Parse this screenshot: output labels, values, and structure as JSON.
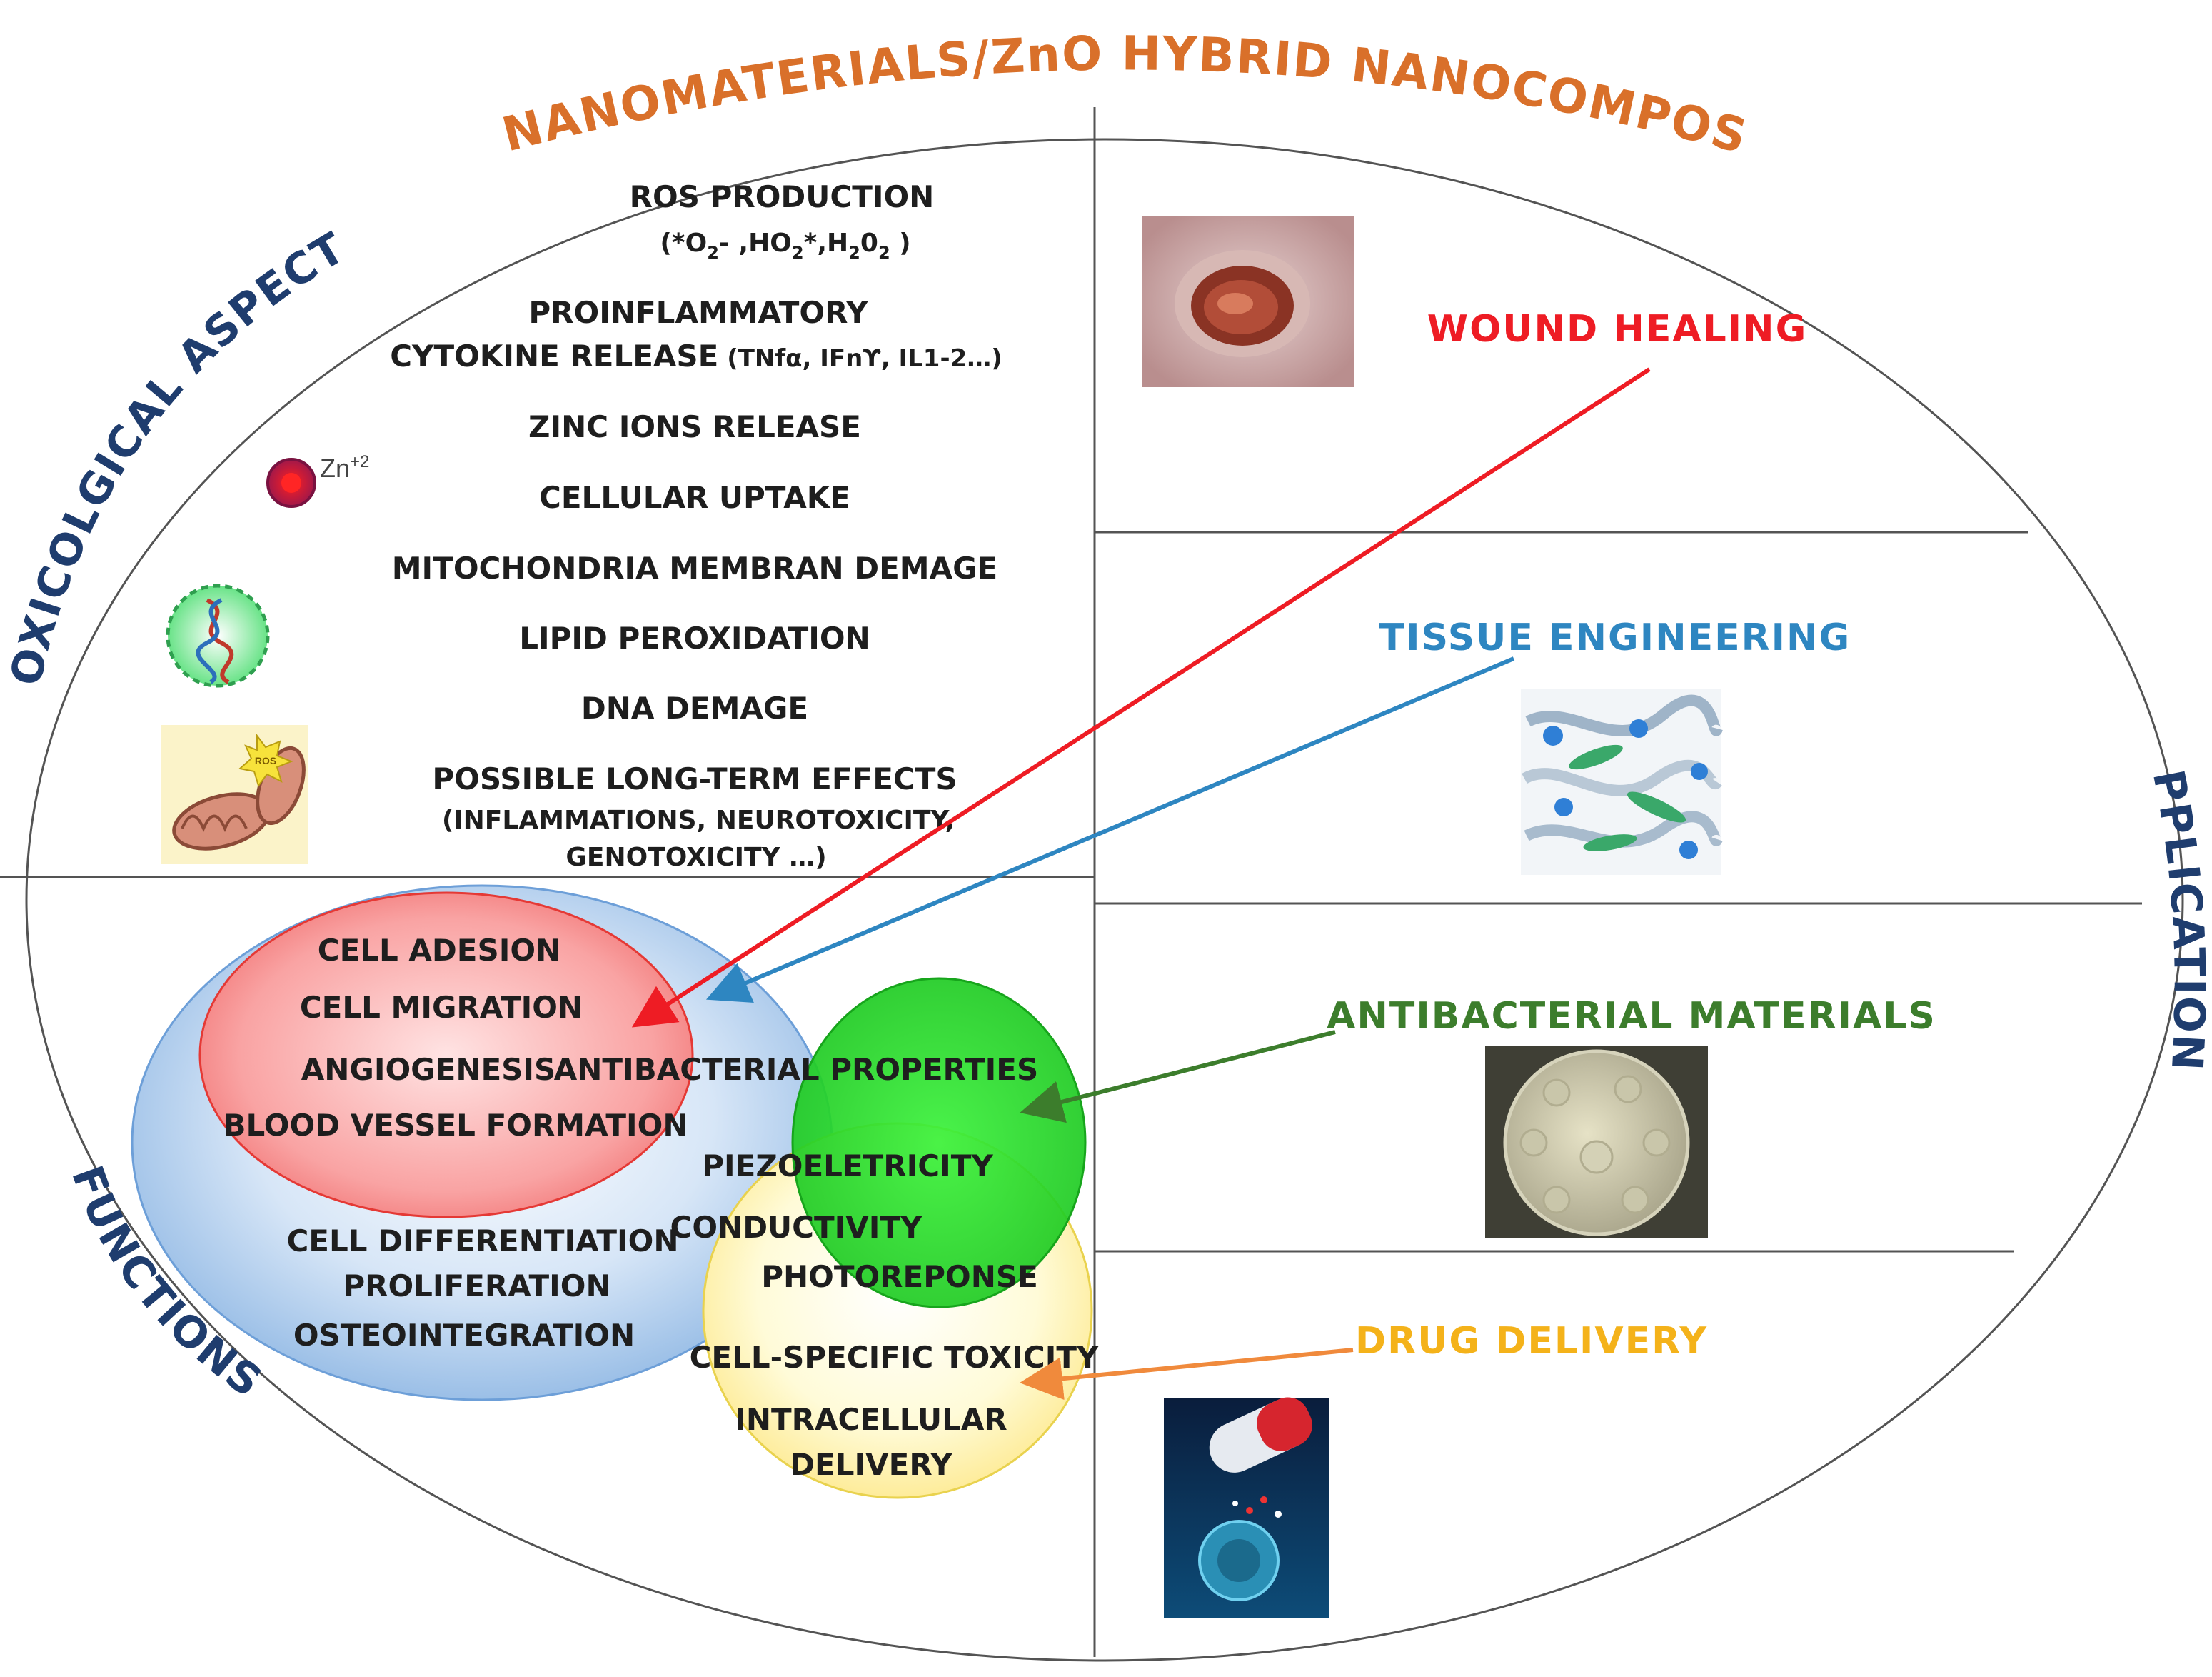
{
  "title": "ZnO NANOMATERIALS/ZnO HYBRID NANOCOMPOSITES",
  "quadrant_labels": {
    "toxicological": "TOXICOLGICAL ASPECTS",
    "applications": "APPLICATIONS",
    "functions": "FUNCTIONS"
  },
  "toxicology": {
    "ros_title": "ROS PRODUCTION",
    "ros_species": {
      "p1": "(*O",
      "s1": "2",
      "p2": "- ,HO",
      "s2": "2",
      "p3": "*,H",
      "s3": "2",
      "p4": "0",
      "s4": "2",
      "p5": " )"
    },
    "proinflammatory": "PROINFLAMMATORY",
    "cytokine": "CYTOKINE RELEASE",
    "cytokine_examples": " (TNfα, IFnϒ, IL1-2…)",
    "zinc_ions": "ZINC IONS RELEASE",
    "uptake": "CELLULAR UPTAKE",
    "mito": "MITOCHONDRIA MEMBRAN DEMAGE",
    "lipid": "LIPID PEROXIDATION",
    "dna": "DNA DEMAGE",
    "longterm": "POSSIBLE LONG-TERM EFFECTS",
    "longterm_examples_1": "(INFLAMMATIONS, NEUROTOXICITY,",
    "longterm_examples_2": "GENOTOXICITY …)",
    "zn_icon_label": "Zn",
    "zn_icon_charge": "+2",
    "ros_icon_label": "ROS"
  },
  "functions": {
    "red": [
      "CELL ADESION",
      "CELL MIGRATION",
      "ANGIOGENESIS",
      "BLOOD VESSEL FORMATION"
    ],
    "blue": [
      "CELL DIFFERENTIATION",
      "PROLIFERATION",
      "OSTEOINTEGRATION"
    ],
    "green": [
      "ANTIBACTERIAL PROPERTIES",
      "PIEZOELETRICITY"
    ],
    "yellow": [
      "CONDUCTIVITY",
      "PHOTOREPONSE",
      "CELL-SPECIFIC TOXICITY",
      "INTRACELLULAR",
      "DELIVERY"
    ]
  },
  "applications": {
    "wound": "WOUND HEALING",
    "tissue": "TISSUE ENGINEERING",
    "antibacterial": "ANTIBACTERIAL MATERIALS",
    "drug": "DRUG DELIVERY"
  },
  "colors": {
    "title": "#d9702a",
    "quadrant_label": "#1f3d6e",
    "wound": "#ee1c24",
    "tissue": "#2e86c1",
    "antibacterial": "#3c7d2c",
    "drug_text": "#f4b21a",
    "drug_arrow": "#f08a3c",
    "red_ellipse": "#f25a5a",
    "blue_ellipse": "#a9c9ee",
    "green_ellipse": "#22d22a",
    "yellow_ellipse": "#fff2a0"
  }
}
